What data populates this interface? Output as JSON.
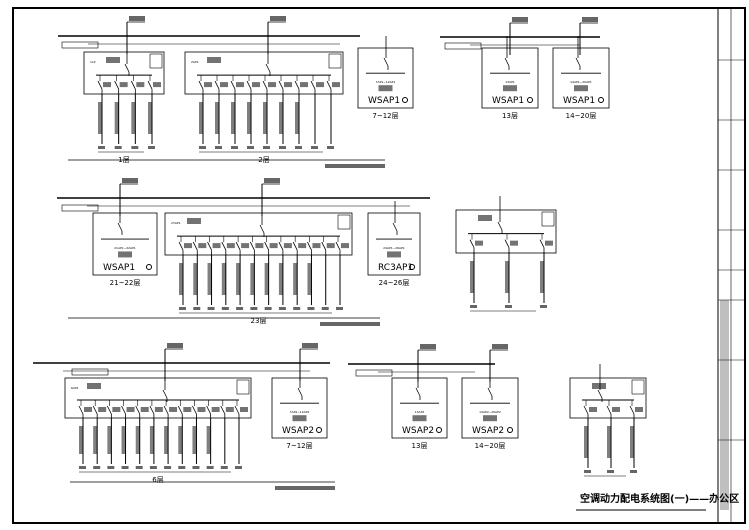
{
  "drawing": {
    "title": "空调动力配电系统图(一)——办公区",
    "colors": {
      "line": "#000000",
      "background": "#ffffff"
    }
  },
  "panels": {
    "p1": {
      "name": "1LP",
      "caption": "1层",
      "circuits": 4
    },
    "p2": {
      "name": "2AP1",
      "caption": "2层",
      "circuits": 9
    },
    "p3": {
      "name": "WSAP1",
      "sub": "7AP1~12AP1",
      "caption": "7~12层"
    },
    "p4": {
      "name": "WSAP1",
      "sub": "13AP1",
      "caption": "13层"
    },
    "p5": {
      "name": "WSAP1",
      "sub": "14AP1~20AP1",
      "caption": "14~20层"
    },
    "p6": {
      "name": "WSAP1",
      "sub": "21AP1~22AP1",
      "caption": "21~22层"
    },
    "p7": {
      "name": "23AP1",
      "caption": "23层",
      "circuits": 12
    },
    "p8": {
      "name": "RC3AP1",
      "sub": "24AP1~26AP1",
      "caption": "24~26层"
    },
    "p9": {
      "name": "",
      "caption": "",
      "circuits": 3
    },
    "p10": {
      "name": "6AP1",
      "caption": "6层",
      "circuits": 12
    },
    "p11": {
      "name": "WSAP2",
      "sub": "7AP2~12AP2",
      "caption": "7~12层"
    },
    "p12": {
      "name": "WSAP2",
      "sub": "13AP2",
      "caption": "13层"
    },
    "p13": {
      "name": "WSAP2",
      "sub": "14AP2~20AP2",
      "caption": "14~20层"
    },
    "p14": {
      "name": "",
      "caption": "",
      "circuits": 3
    }
  }
}
